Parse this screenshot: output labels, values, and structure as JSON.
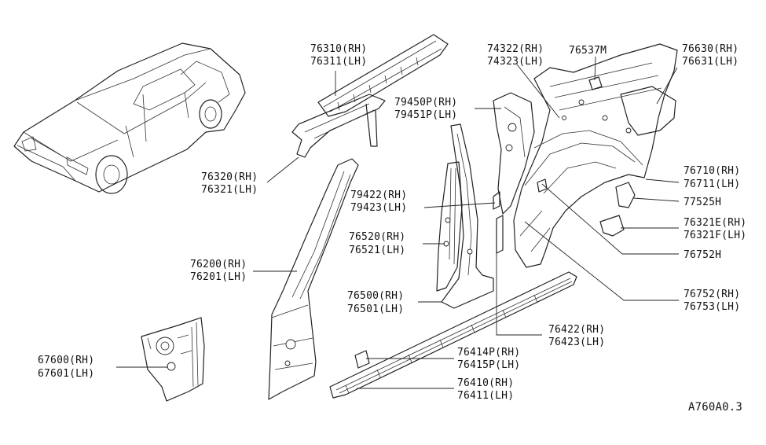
{
  "labels": {
    "p76310": {
      "top": "76310(RH)",
      "bottom": "76311(LH)"
    },
    "p76320": {
      "top": "76320(RH)",
      "bottom": "76321(LH)"
    },
    "p76200": {
      "top": "76200(RH)",
      "bottom": "76201(LH)"
    },
    "p67600": {
      "top": "67600(RH)",
      "bottom": "67601(LH)"
    },
    "p74322": {
      "top": "74322(RH)",
      "bottom": "74323(LH)"
    },
    "p76537": {
      "top": "76537M"
    },
    "p76630": {
      "top": "76630(RH)",
      "bottom": "76631(LH)"
    },
    "p79450": {
      "top": "79450P(RH)",
      "bottom": "79451P(LH)"
    },
    "p79422": {
      "top": "79422(RH)",
      "bottom": "79423(LH)"
    },
    "p76520": {
      "top": "76520(RH)",
      "bottom": "76521(LH)"
    },
    "p76500": {
      "top": "76500(RH)",
      "bottom": "76501(LH)"
    },
    "p76710": {
      "top": "76710(RH)",
      "bottom": "76711(LH)"
    },
    "p77525": {
      "top": "77525H"
    },
    "p76321E": {
      "top": "76321E(RH)",
      "bottom": "76321F(LH)"
    },
    "p76752H": {
      "top": "76752H"
    },
    "p76752": {
      "top": "76752(RH)",
      "bottom": "76753(LH)"
    },
    "p76422": {
      "top": "76422(RH)",
      "bottom": "76423(LH)"
    },
    "p76414": {
      "top": "76414P(RH)",
      "bottom": "76415P(LH)"
    },
    "p76410": {
      "top": "76410(RH)",
      "bottom": "76411(LH)"
    }
  },
  "reference_code": "A760A0.3"
}
